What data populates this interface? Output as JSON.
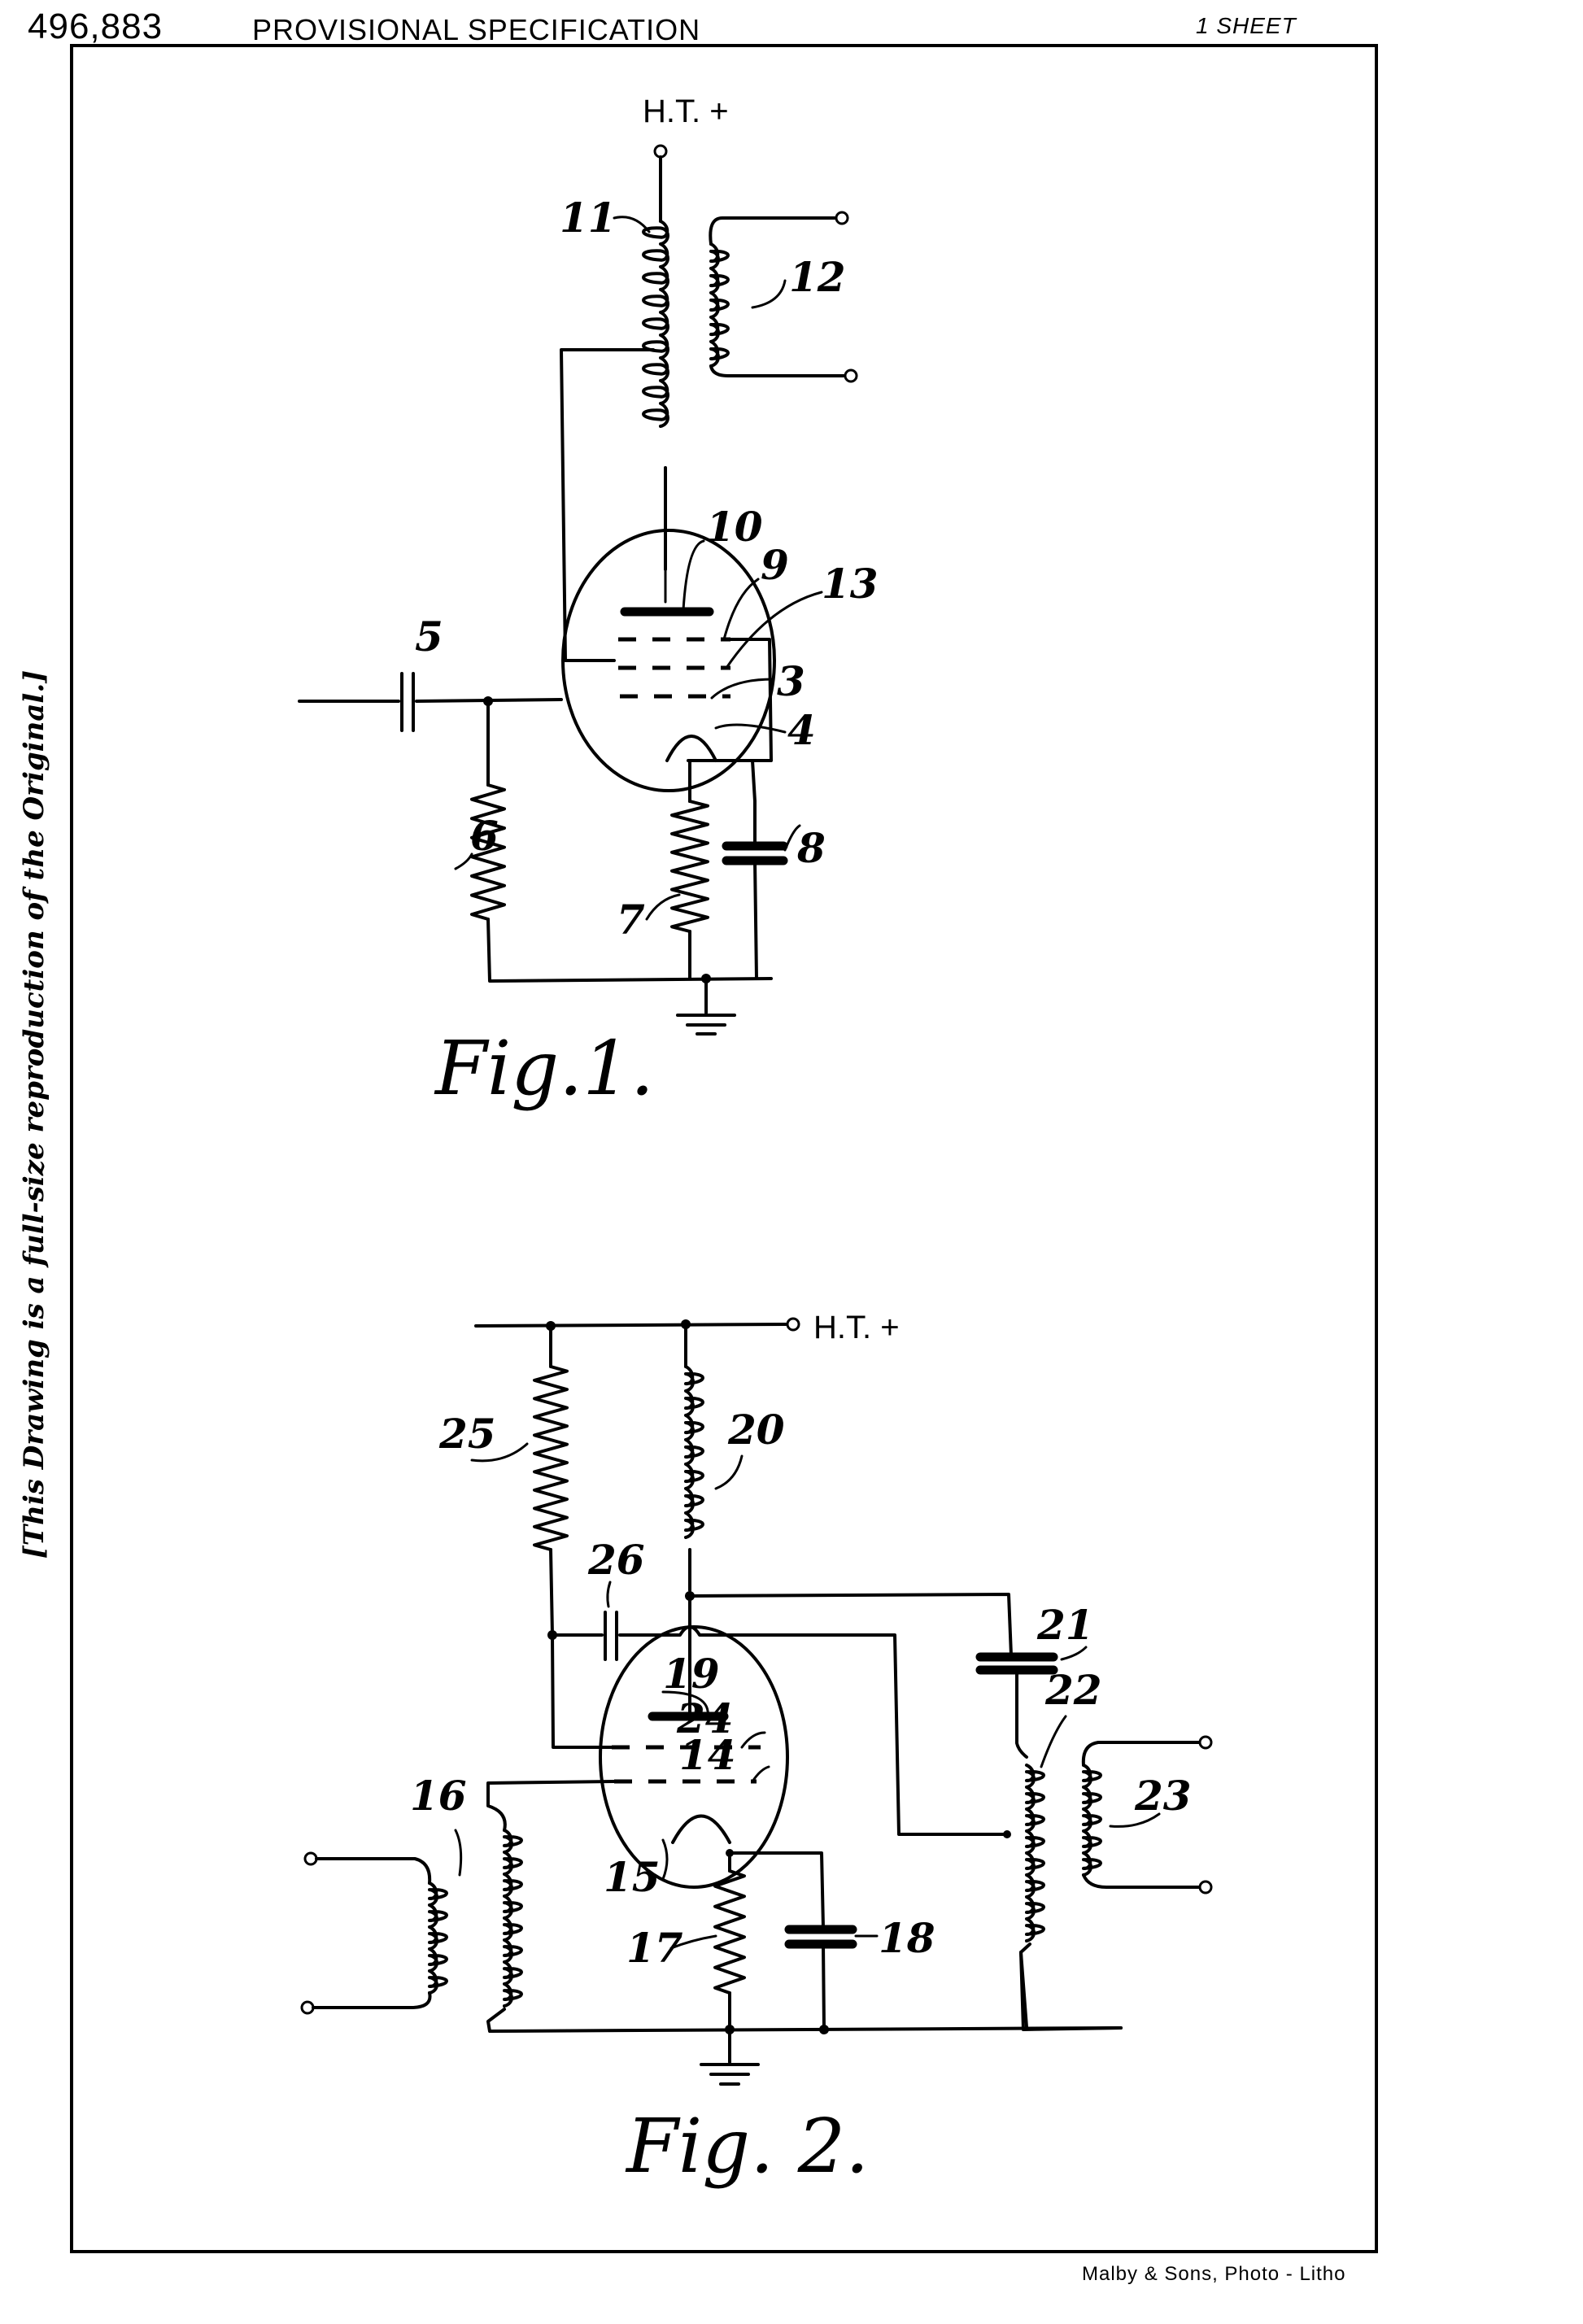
{
  "header": {
    "patent_number": "496,883",
    "title": "PROVISIONAL SPECIFICATION",
    "sheet": "1 SHEET"
  },
  "side_note": "[This Drawing is a full-size reproduction of the Original.]",
  "footer": {
    "credit": "Malby & Sons, Photo - Litho"
  },
  "figures": [
    {
      "label": "Fig.1.",
      "supply_label": "H.T. +",
      "refs": {
        "r3": "3",
        "r4": "4",
        "r5": "5",
        "r6": "6",
        "r7": "7",
        "r8": "8",
        "r9": "9",
        "r10": "10",
        "r11": "11",
        "r12": "12",
        "r13": "13"
      }
    },
    {
      "label": "Fig. 2.",
      "supply_label": "H.T. +",
      "refs": {
        "r14": "14",
        "r15": "15",
        "r16": "16",
        "r17": "17",
        "r18": "18",
        "r19": "19",
        "r20": "20",
        "r21": "21",
        "r22": "22",
        "r23": "23",
        "r24": "24",
        "r25": "25",
        "r26": "26"
      }
    }
  ]
}
